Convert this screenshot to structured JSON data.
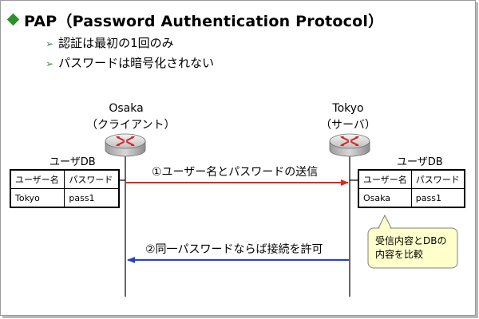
{
  "header": {
    "title": "PAP（Password Authentication Protocol）",
    "bullets": [
      "認証は最初の1回のみ",
      "パスワードは暗号化されない"
    ]
  },
  "client": {
    "name": "Osaka",
    "role": "（クライアント）"
  },
  "server": {
    "name": "Tokyo",
    "role": "（サーバ）"
  },
  "client_db": {
    "title": "ユーザDB",
    "headers": [
      "ユーザー名",
      "パスワード"
    ],
    "row": [
      "Tokyo",
      "pass1"
    ]
  },
  "server_db": {
    "title": "ユーザDB",
    "headers": [
      "ユーザー名",
      "パスワード"
    ],
    "row": [
      "Osaka",
      "pass1"
    ]
  },
  "messages": {
    "send": "①ユーザー名とパスワードの送信",
    "permit": "②同一パスワードならば接続を許可"
  },
  "callout": {
    "line1": "受信内容とDBの",
    "line2": "内容を比較"
  },
  "colors": {
    "send_arrow": "#e8231a",
    "permit_arrow": "#2a3fd0",
    "callout_fill": "#ffffcc",
    "bullet_accent": "#2f8f2f"
  }
}
